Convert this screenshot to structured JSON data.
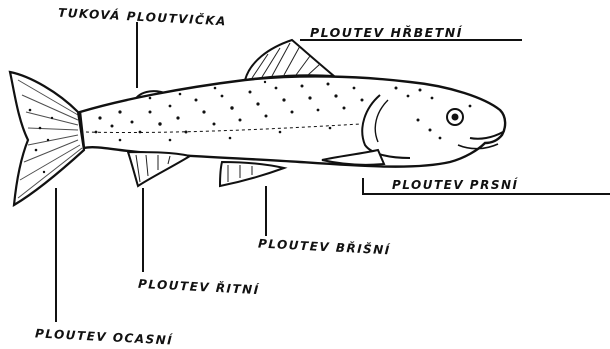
{
  "labels": {
    "adipose_fin": "TUKOVÁ PLOUTVIČKA",
    "dorsal_fin": "PLOUTEV HŘBETNÍ",
    "pectoral_fin": "PLOUTEV PRSNÍ",
    "pelvic_fin": "PLOUTEV BŘIŠNÍ",
    "anal_fin": "PLOUTEV ŘITNÍ",
    "caudal_fin": "PLOUTEV OCASNÍ"
  }
}
